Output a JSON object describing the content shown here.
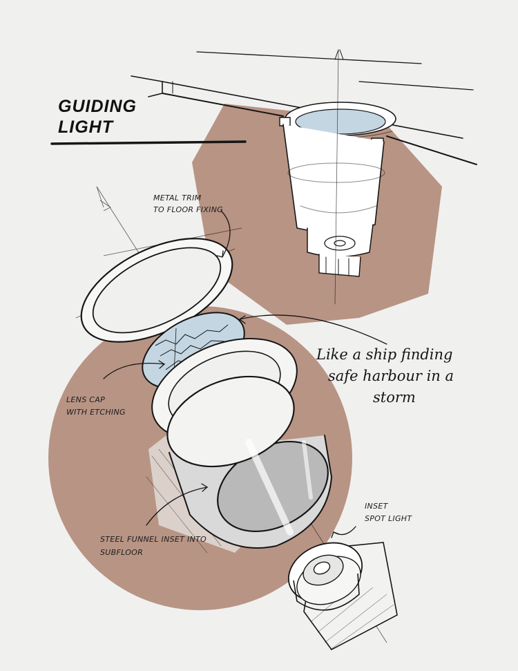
{
  "title": {
    "line1": "GUIDING",
    "line2": "LIGHT"
  },
  "quote": {
    "line1": "Like a ship finding",
    "line2": "safe harbour in a",
    "line3": "storm"
  },
  "annotations": {
    "metal_trim_line1": "METAL TRIM",
    "metal_trim_line2": "TO FLOOR FIXING",
    "lens_cap_line1": "LENS CAP",
    "lens_cap_line2": "WITH ETCHING",
    "funnel_line1": "STEEL FUNNEL INSET INTO",
    "funnel_line2": "SUBFLOOR",
    "spot_line1": "INSET",
    "spot_line2": "SPOT LIGHT"
  },
  "colors": {
    "background": "#f0f0ef",
    "accent_shape": "#b89484",
    "ink": "#151515",
    "glass": "#c4d6e2"
  }
}
